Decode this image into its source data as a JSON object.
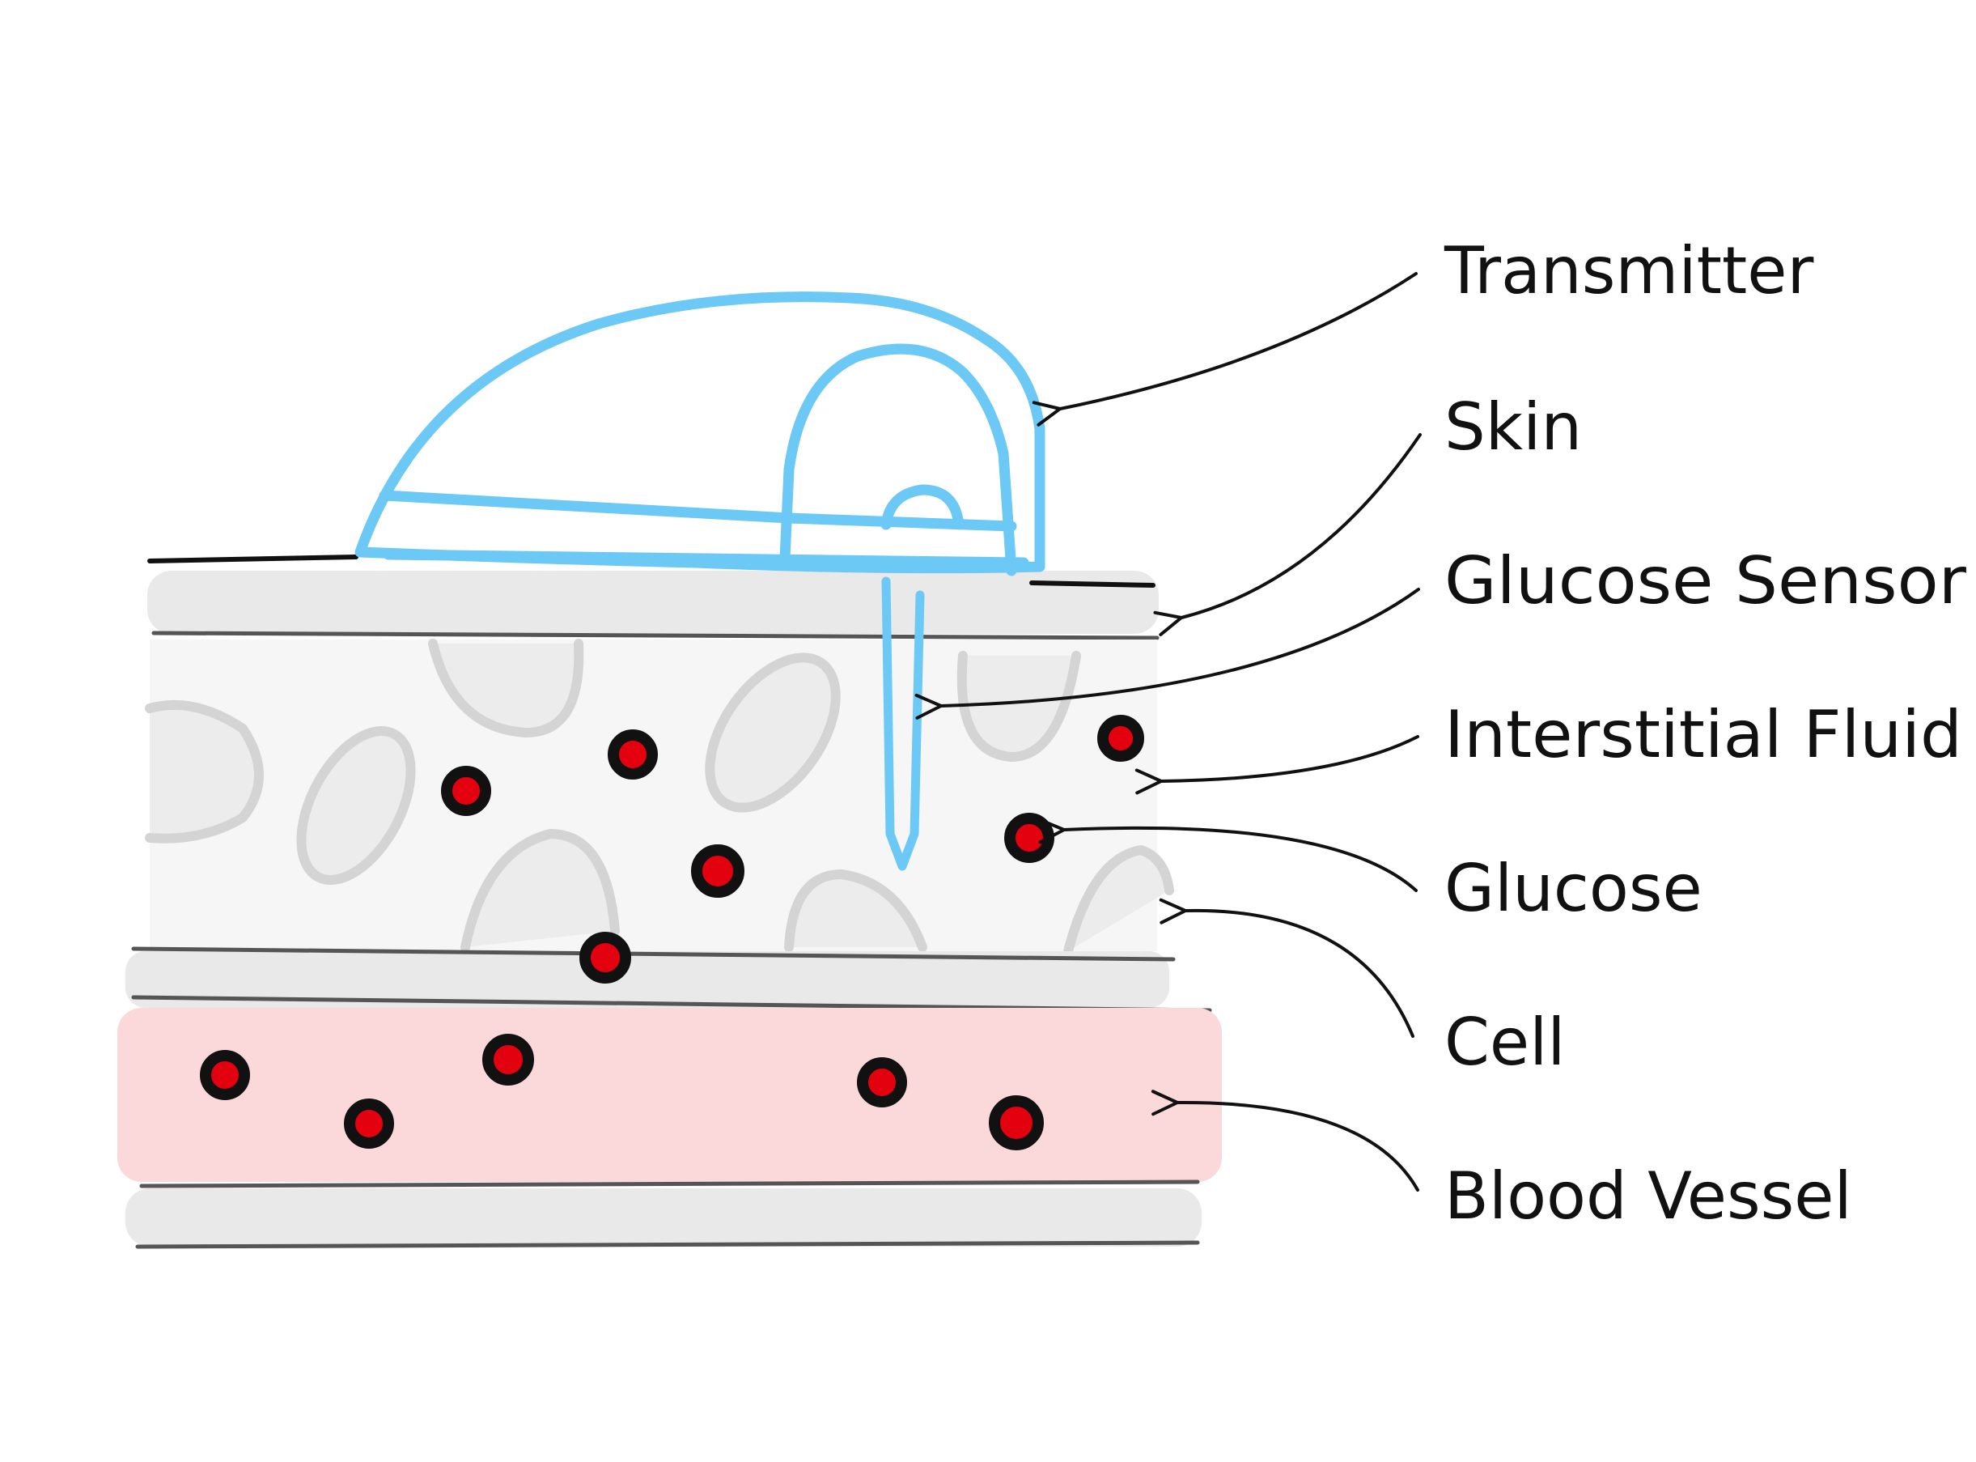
{
  "labels": {
    "transmitter": "Transmitter",
    "skin": "Skin",
    "glucose_sensor": "Glucose Sensor",
    "interstitial_fluid": "Interstitial Fluid",
    "glucose": "Glucose",
    "cell": "Cell",
    "blood_vessel": "Blood Vessel"
  },
  "colors": {
    "transmitter": "#6cc8f5",
    "skin_layer": "#e8e8e8",
    "cell": "#dcdcdc",
    "glucose": "#e3000f",
    "blood_vessel": "#fbd9da",
    "line": "#555555"
  }
}
